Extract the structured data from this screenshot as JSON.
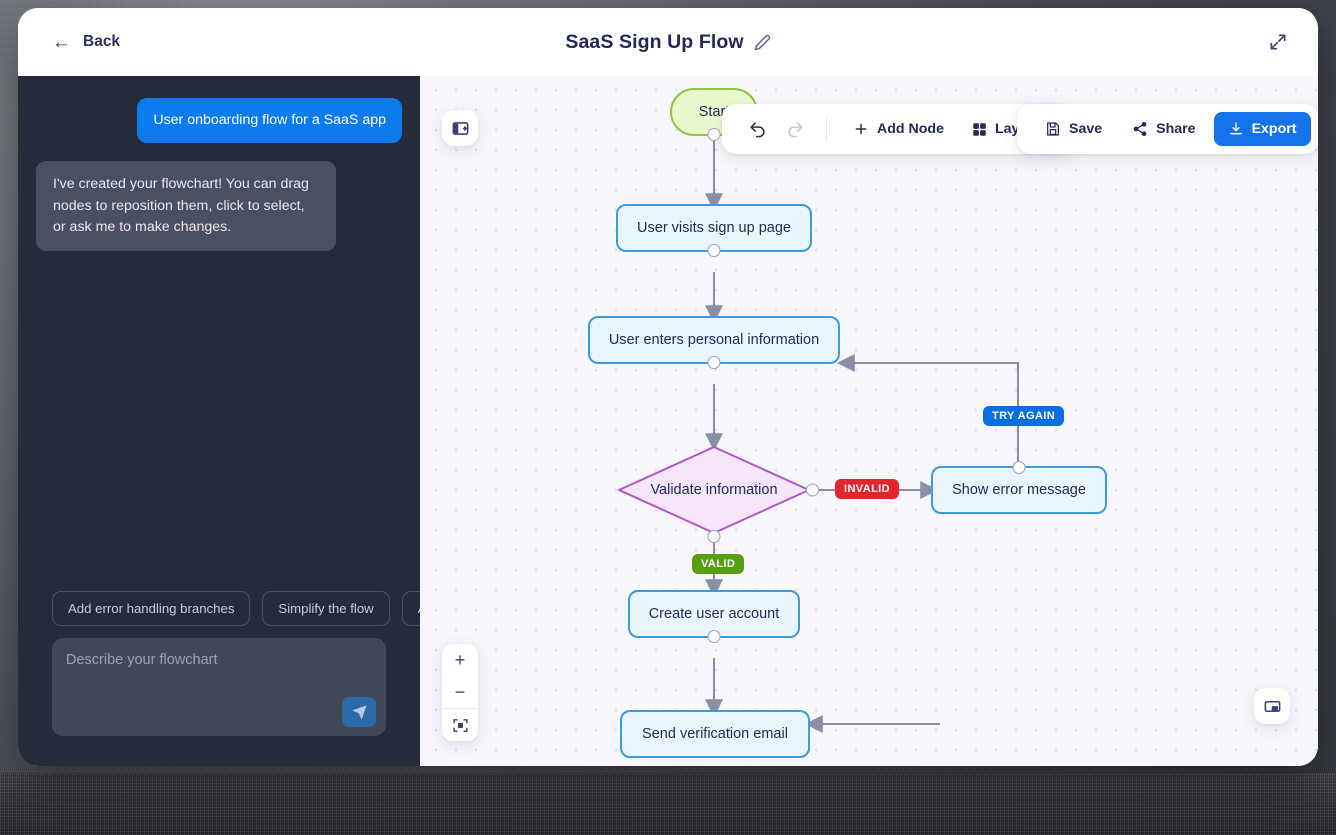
{
  "window": {
    "titlebar": {
      "back_label": "Back",
      "back_icon": "arrow-left-icon",
      "doc_title": "SaaS Sign Up Flow",
      "edit_icon": "pencil-icon",
      "expand_icon": "expand-diagonal-icon"
    }
  },
  "sidebar": {
    "messages": [
      {
        "role": "user",
        "text": "User onboarding flow for a SaaS app"
      },
      {
        "role": "assistant",
        "text": "I've created your flowchart! You can drag nodes to reposition them, click to select, or ask me to make changes."
      }
    ],
    "suggestion_chips": [
      "Add error handling branches",
      "Simplify the flow",
      "Add a decision"
    ],
    "composer": {
      "placeholder": "Describe your flowchart",
      "value": "",
      "send_icon": "send-paper-plane-icon"
    }
  },
  "canvas": {
    "panel_toggle_icon": "panel-left-toggle-icon",
    "minimap_toggle_icon": "minimap-icon",
    "toolbar_left": {
      "undo_icon": "undo-arrow-icon",
      "redo_icon": "redo-arrow-icon",
      "add_node_label": "Add Node",
      "add_node_icon": "plus-icon",
      "layout_label": "Layout",
      "layout_icon": "grid-squares-icon"
    },
    "toolbar_right": {
      "save_label": "Save",
      "save_icon": "floppy-disk-icon",
      "share_label": "Share",
      "share_icon": "share-nodes-icon",
      "export_label": "Export",
      "export_icon": "download-icon"
    },
    "zoom_controls": {
      "zoom_in_label": "+",
      "zoom_out_label": "−",
      "fit_view_icon": "fit-view-icon"
    }
  },
  "flowchart": {
    "nodes": [
      {
        "id": "start",
        "label": "Start",
        "type": "start"
      },
      {
        "id": "visit",
        "label": "User visits sign up page",
        "type": "process"
      },
      {
        "id": "enter",
        "label": "User enters personal information",
        "type": "process"
      },
      {
        "id": "validate",
        "label": "Validate information",
        "type": "decision"
      },
      {
        "id": "error",
        "label": "Show error message",
        "type": "process"
      },
      {
        "id": "create",
        "label": "Create user account",
        "type": "process"
      },
      {
        "id": "verify",
        "label": "Send verification email",
        "type": "process"
      }
    ],
    "edge_labels": [
      {
        "id": "invalid",
        "text": "INVALID",
        "color": "#e1262d"
      },
      {
        "id": "tryagain",
        "text": "TRY AGAIN",
        "color": "#0a6ee0"
      },
      {
        "id": "valid",
        "text": "VALID",
        "color": "#58a013"
      }
    ]
  },
  "colors": {
    "accent_blue": "#1572e8",
    "sidebar_bg": "#262b3c",
    "user_bubble": "#0c7bed",
    "start_fill": "#e9f9cf",
    "start_stroke": "#8ec63f",
    "process_fill": "#eaf6fe",
    "process_stroke": "#3b9bdd",
    "decision_fill": "#f6e6fb",
    "decision_stroke": "#b055c9",
    "edge_stroke": "#8a8fa8"
  }
}
